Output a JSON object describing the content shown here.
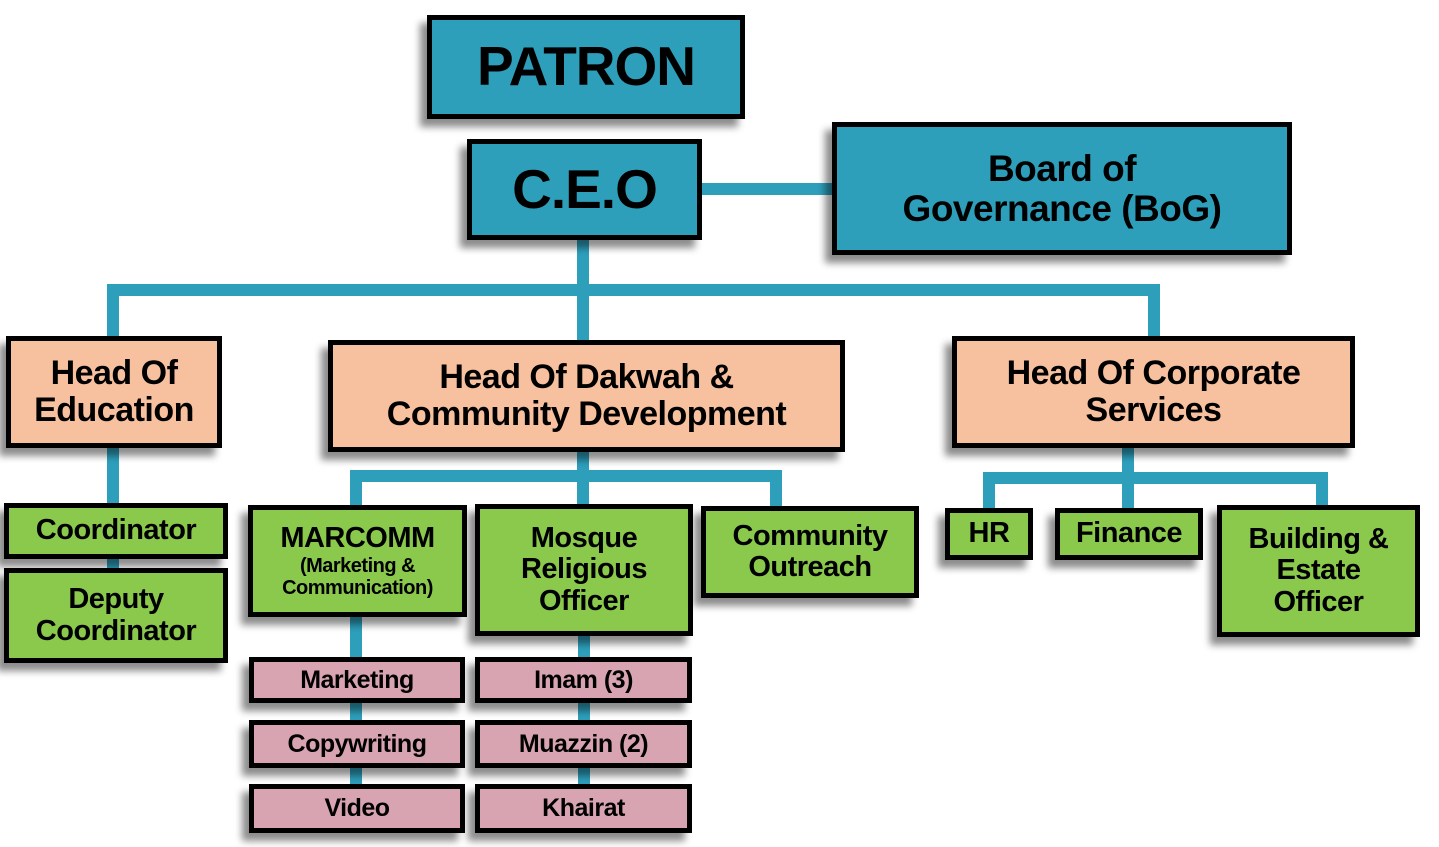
{
  "diagram": {
    "type": "org-chart",
    "colors": {
      "executive_box": "#2E9FBB",
      "head_box": "#F7C09E",
      "department_box": "#8BC94C",
      "sub_department_box": "#D9A4B2",
      "connector": "#2E9FBB",
      "border": "#000000",
      "text": "#000000",
      "background": "#FFFFFF"
    },
    "nodes": {
      "patron": {
        "label": "PATRON"
      },
      "ceo": {
        "label": "C.E.O"
      },
      "bog": {
        "label": "Board of\nGovernance (BoG)"
      },
      "head_education": {
        "label": "Head Of\nEducation"
      },
      "head_dakwah": {
        "label": "Head Of Dakwah &\nCommunity Development"
      },
      "head_corporate": {
        "label": "Head Of Corporate\nServices"
      },
      "coordinator": {
        "label": "Coordinator"
      },
      "deputy_coordinator": {
        "label": "Deputy\nCoordinator"
      },
      "marcomm": {
        "title": "MARCOMM",
        "subtitle": "(Marketing &\nCommunication)"
      },
      "mosque_religious_officer": {
        "label": "Mosque\nReligious\nOfficer"
      },
      "community_outreach": {
        "label": "Community\nOutreach"
      },
      "hr": {
        "label": "HR"
      },
      "finance": {
        "label": "Finance"
      },
      "building_estate_officer": {
        "label": "Building &\nEstate\nOfficer"
      },
      "marketing": {
        "label": "Marketing"
      },
      "copywriting": {
        "label": "Copywriting"
      },
      "video": {
        "label": "Video"
      },
      "imam": {
        "label": "Imam (3)"
      },
      "muazzin": {
        "label": "Muazzin (2)"
      },
      "khairat": {
        "label": "Khairat"
      }
    },
    "edges": [
      "ceo-bog",
      "ceo-heads",
      "head_education-coordinator",
      "coordinator-deputy_coordinator",
      "head_dakwah-marcomm",
      "head_dakwah-mosque_religious_officer",
      "head_dakwah-community_outreach",
      "marcomm-marketing",
      "marketing-copywriting",
      "copywriting-video",
      "mosque_religious_officer-imam",
      "imam-muazzin",
      "muazzin-khairat",
      "head_corporate-hr",
      "head_corporate-finance",
      "head_corporate-building_estate_officer"
    ]
  }
}
